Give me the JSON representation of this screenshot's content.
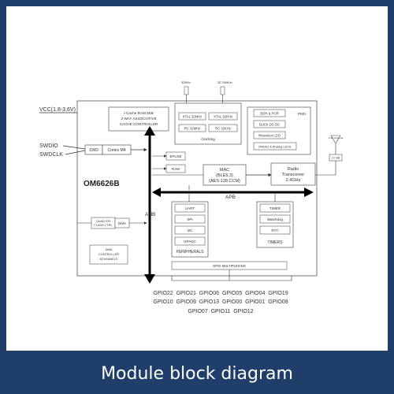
{
  "caption": "Module block diagram",
  "chip_name": "OM6626B",
  "labels": {
    "vcc": "VCC(1.8-3.6V)",
    "swdio": "SWDIO",
    "swdclk": "SWDCLK",
    "icache": [
      "I-Cache RAM 8KB",
      "2-WAY ASSOCIATIVE",
      "CACHE CONTROLLER"
    ],
    "xtal32m": "XTAL 32MHz",
    "xtal32k": "XTAL 32KHz",
    "rc32m": "RC 32MHz",
    "rc32k": "RC 32KHz",
    "clocking": "Clocking",
    "xtal_top_left": "32MHz",
    "xtal_top_right": "32.768KHz",
    "pmu": "PMU",
    "bor_por": "BOR & POR",
    "buck": "BUCK DC DC",
    "retention_ldo": "Retention LDO",
    "radio_ldo": "RADIO & Analog LDOs",
    "swd": "SWD",
    "cortex": "Cortex M4",
    "efuse": "EFUSE",
    "ram": "RAM",
    "mac": [
      "MAC",
      "(BLE5.3)",
      "(AES-128 CCM)"
    ],
    "radio": [
      "Radio",
      "Transceiver",
      "2.4GHz"
    ],
    "antenna_label": "2.4G Antenna",
    "lc_label": "LC BB",
    "apb": "APB",
    "ahb": "AHB",
    "quadspi": [
      "QUAD-SPI",
      "FLASH CTRL"
    ],
    "dma": "DMA",
    "dma_ctrl": [
      "DMA",
      "CONTROLLER",
      "8CHANNELS"
    ],
    "uart": "UART",
    "spi": "SPI",
    "i2c": "I2C",
    "gpadc": "GPADC",
    "peripherals": "PERIPHERALS",
    "timer": "TIMER",
    "watchdog": "Watchdog",
    "rtc": "RTC",
    "timers": "TIMERS",
    "gpio_mux": "GPIO MULTIPLEXING"
  },
  "gpio_rows": [
    "GPIO22  GPIO21  GPIO06  GPIO05  GPIO04  GPIO19",
    "GPIO10  GPIO09  GPIO13  GPIO00  GPIO01  GPIO08",
    "GPIO07  GPIO11  GPIO12"
  ]
}
